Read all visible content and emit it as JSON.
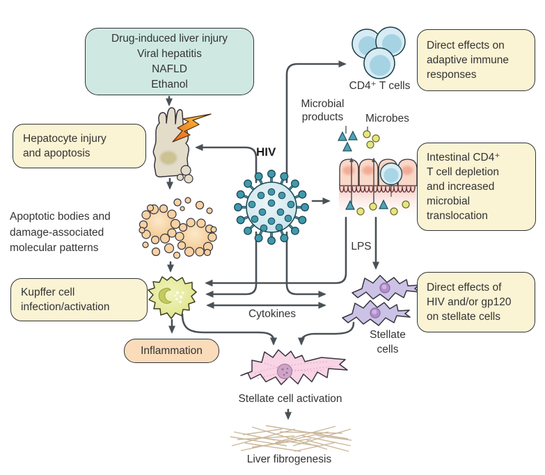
{
  "figure": "HIV and liver fibrogenesis pathway diagram",
  "boxes": {
    "etiology": {
      "lines": [
        "Drug-induced liver injury",
        "Viral hepatitis",
        "NAFLD",
        "Ethanol"
      ]
    },
    "hepatocyte_injury": {
      "lines": [
        "Hepatocyte injury",
        "and apoptosis"
      ]
    },
    "adaptive_effects": {
      "lines": [
        "Direct effects on",
        "adaptive immune",
        "responses"
      ]
    },
    "intestinal": {
      "lines": [
        "Intestinal CD4⁺",
        "T cell depletion",
        "and increased",
        "microbial",
        "translocation"
      ]
    },
    "stellate_effects": {
      "lines": [
        "Direct effects of",
        "HIV and/or gp120",
        "on stellate cells"
      ]
    },
    "kupffer": {
      "lines": [
        "Kupffer cell",
        "infection/activation"
      ]
    },
    "inflammation": {
      "label": "Inflammation"
    }
  },
  "labels": {
    "hiv": "HIV",
    "cd4_t_cells": "CD4⁺ T cells",
    "microbial_products": {
      "lines": [
        "Microbial",
        "products"
      ]
    },
    "microbes": "Microbes",
    "apoptotic": {
      "lines": [
        "Apoptotic bodies and",
        "damage-associated",
        "molecular patterns"
      ]
    },
    "lps": "LPS",
    "cytokines": "Cytokines",
    "stellate_cells": {
      "lines": [
        "Stellate",
        "cells"
      ]
    },
    "stellate_activation": "Stellate cell activation",
    "liver_fibrogenesis": "Liver fibrogenesis"
  },
  "icons": {
    "hiv-virion-icon": "spiked virus particle",
    "cd4-tcell-icon": "round blue lymphocyte",
    "hepatocyte-icon": "injured hepatocyte cell",
    "lightning-icon": "injury lightning bolt",
    "apoptotic-bodies-icon": "blebbing apoptotic bodies",
    "kupffer-cell-icon": "green macrophage",
    "stellate-cell-icon": "purple quiescent stellate cell",
    "activated-stellate-cell-icon": "pink activated stellate cell",
    "intestinal-epithelium-icon": "gut epithelial barrier",
    "microbial-product-icon": "blue triangle",
    "microbe-icon": "yellow-green coccus",
    "fibrosis-icon": "collagen fibre mesh",
    "arrow-icon": "dark connector arrow"
  },
  "colors": {
    "background": "#ffffff",
    "arrow": "#4a5156",
    "box_border": "#2f3237",
    "etiology_fill": "#cfe9e2",
    "note_fill": "#faf3d4",
    "inflammation_fill": "#fbdcba",
    "hiv_teal": "#3f9aad",
    "tcell_blue": "#a9d6e6",
    "hepatocyte_tan": "#e3dcc9",
    "apoptotic_orange": "#f7d2a2",
    "kupffer_green": "#dde183",
    "stellate_purple": "#cbc2e5",
    "activated_pink": "#f8d4e5",
    "epithelium_pink": "#f9d8c8",
    "fibrosis_tan": "#c8b394",
    "text": "#333333"
  }
}
